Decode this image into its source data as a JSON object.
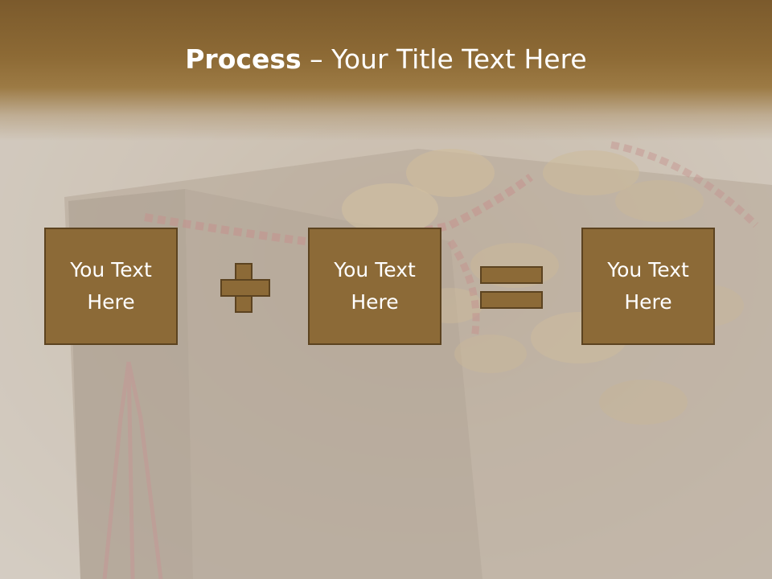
{
  "slide": {
    "title_bold": "Process",
    "title_rest": " – Your Title Text Here",
    "boxes": [
      {
        "line1": "You Text",
        "line2": "Here"
      },
      {
        "line1": "You Text",
        "line2": "Here"
      },
      {
        "line1": "You Text",
        "line2": "Here"
      }
    ],
    "operators": [
      "plus-icon",
      "equals-icon"
    ],
    "colors": {
      "title_band": "#7b5a2c",
      "box_fill": "#8c6a37",
      "box_border": "#5c4320",
      "text": "#ffffff"
    }
  }
}
